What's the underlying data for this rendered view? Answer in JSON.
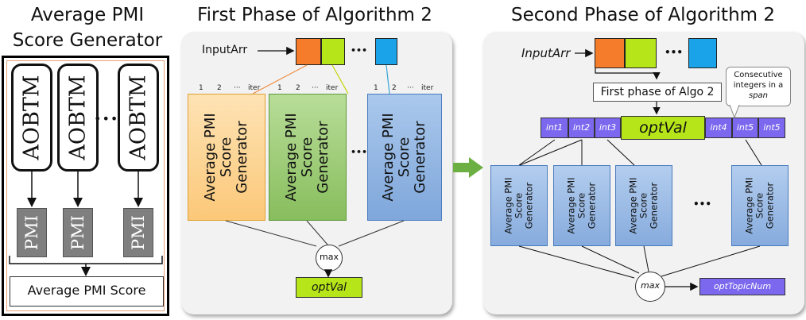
{
  "titles": {
    "left_line1": "Average PMI",
    "left_line2": "Score Generator",
    "middle": "First Phase of Algorithm 2",
    "right": "Second Phase of Algorithm 2"
  },
  "left": {
    "aobtm_label": "AOBTM",
    "pmi_label": "PMI",
    "ellipsis": "•••",
    "avg_score_label": "Average PMI Score"
  },
  "middle": {
    "input_label": "InputArr",
    "ellipsis": "•••",
    "iter_labels": [
      "1",
      "2",
      "···",
      "iter"
    ],
    "generator_line1": "Average PMI",
    "generator_line2": "Score",
    "generator_line3": "Generator",
    "max_label": "max",
    "output_label": "optVal",
    "colors": {
      "orange": "#f47c2a",
      "lime": "#b6e61a",
      "blue": "#1aa3e8",
      "gen_orange": "#fcd79a",
      "gen_green": "#9ccb72",
      "gen_blue": "#8db3e2"
    }
  },
  "right": {
    "input_label": "InputArr",
    "ellipsis": "•••",
    "first_phase_label": "First phase of Algo 2",
    "callout_line1": "Consecutive",
    "callout_line2": "integers in a",
    "callout_line3": "span",
    "ints_left": [
      "int1",
      "int2",
      "int3"
    ],
    "opt_val_label": "optVal",
    "ints_right": [
      "int4",
      "int5",
      "int5"
    ],
    "generator_line1": "Average PMI",
    "generator_line2": "Score",
    "generator_line3": "Generator",
    "max_label": "max",
    "output_label": "optTopicNum"
  }
}
